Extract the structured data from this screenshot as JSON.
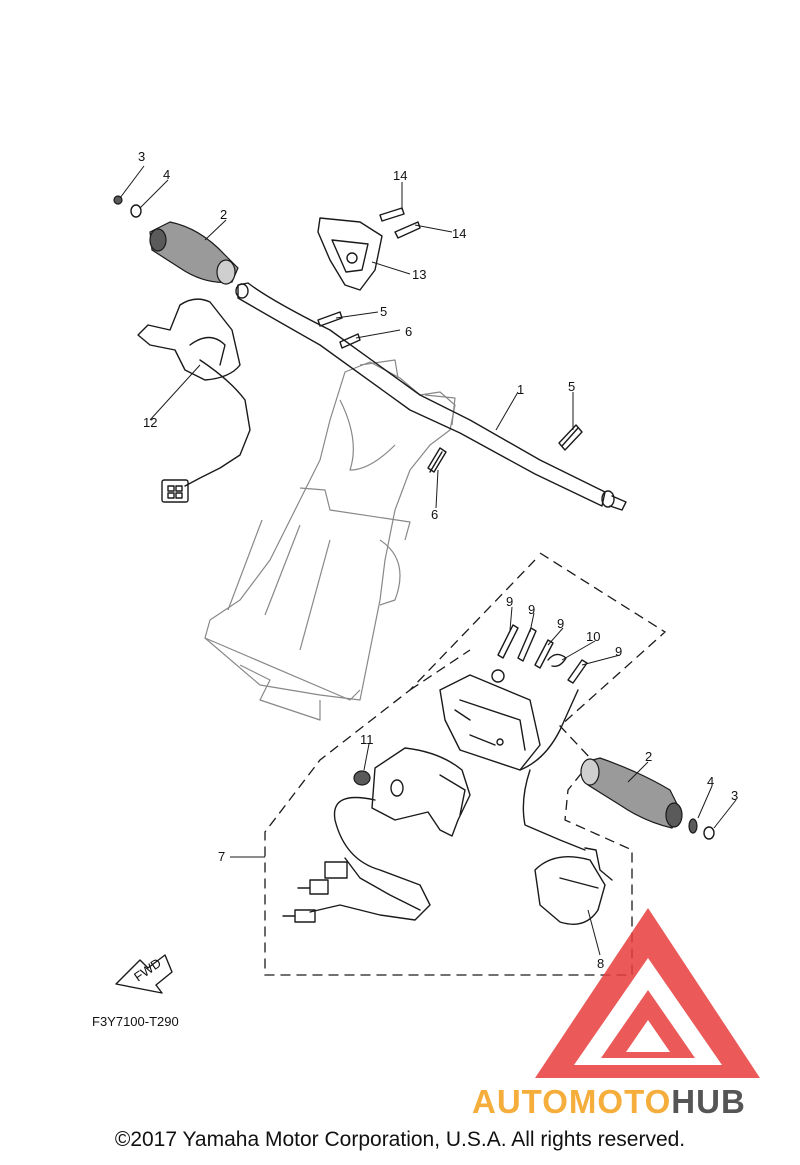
{
  "callouts": {
    "c1": "1",
    "c2a": "2",
    "c2b": "2",
    "c3a": "3",
    "c3b": "3",
    "c4a": "4",
    "c4b": "4",
    "c5a": "5",
    "c5b": "5",
    "c6a": "6",
    "c6b": "6",
    "c7": "7",
    "c8": "8",
    "c9a": "9",
    "c9b": "9",
    "c9c": "9",
    "c9d": "9",
    "c10": "10",
    "c11": "11",
    "c12": "12",
    "c13": "13",
    "c14a": "14",
    "c14b": "14"
  },
  "fwd_arrow": "FWD",
  "diagram_code": "F3Y7100-T290",
  "watermark": {
    "part1": "AUTO",
    "part2": "MOTO",
    "part3": "HUB",
    "colors": {
      "orange": "#f5ad3b",
      "gray": "#555555",
      "red": "#e83d3d"
    }
  },
  "copyright": "©2017 Yamaha Motor Corporation, U.S.A. All rights reserved."
}
